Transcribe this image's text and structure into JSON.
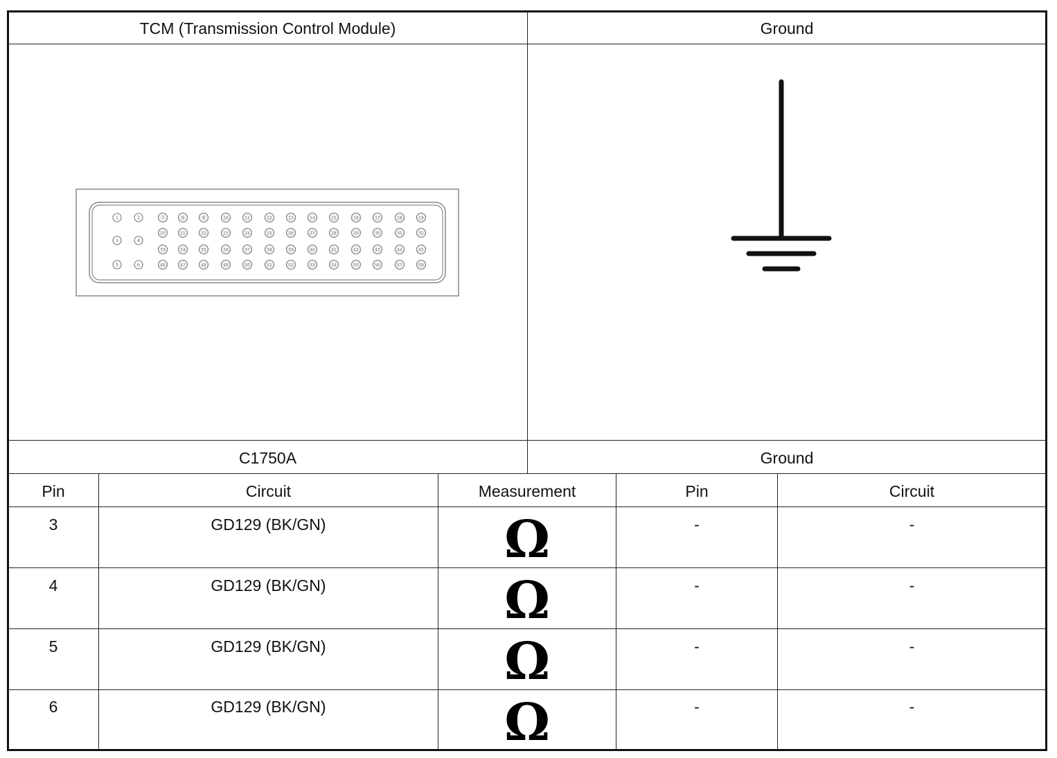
{
  "header": {
    "left_title": "TCM (Transmission Control Module)",
    "right_title": "Ground"
  },
  "connector": {
    "component": "TCM connector face",
    "pins_row1": [
      "1",
      "2",
      "7",
      "8",
      "9",
      "10",
      "11",
      "12",
      "13",
      "14",
      "15",
      "16",
      "17",
      "18",
      "19"
    ],
    "pins_row2": [
      "20",
      "21",
      "22",
      "23",
      "24",
      "25",
      "26",
      "27",
      "28",
      "29",
      "30",
      "31",
      "32"
    ],
    "pins_row3": [
      "33",
      "34",
      "35",
      "36",
      "37",
      "38",
      "39",
      "40",
      "41",
      "42",
      "43",
      "44",
      "45"
    ],
    "pins_row4": [
      "46",
      "47",
      "48",
      "49",
      "50",
      "51",
      "52",
      "53",
      "54",
      "55",
      "56",
      "57",
      "58"
    ],
    "pins_side_mid": [
      "3",
      "4"
    ],
    "pins_side_bottom": [
      "5",
      "6"
    ]
  },
  "ground_symbol": {
    "icon": "ground-icon"
  },
  "connector_labels": {
    "left": "C1750A",
    "right": "Ground"
  },
  "table": {
    "headers": [
      "Pin",
      "Circuit",
      "Measurement",
      "Pin",
      "Circuit"
    ],
    "rows": [
      {
        "pin": "3",
        "circuit": "GD129 (BK/GN)",
        "measurement": "ohm-icon",
        "gnd_pin": "-",
        "gnd_circuit": "-"
      },
      {
        "pin": "4",
        "circuit": "GD129 (BK/GN)",
        "measurement": "ohm-icon",
        "gnd_pin": "-",
        "gnd_circuit": "-"
      },
      {
        "pin": "5",
        "circuit": "GD129 (BK/GN)",
        "measurement": "ohm-icon",
        "gnd_pin": "-",
        "gnd_circuit": "-"
      },
      {
        "pin": "6",
        "circuit": "GD129 (BK/GN)",
        "measurement": "ohm-icon",
        "gnd_pin": "-",
        "gnd_circuit": "-"
      }
    ]
  }
}
